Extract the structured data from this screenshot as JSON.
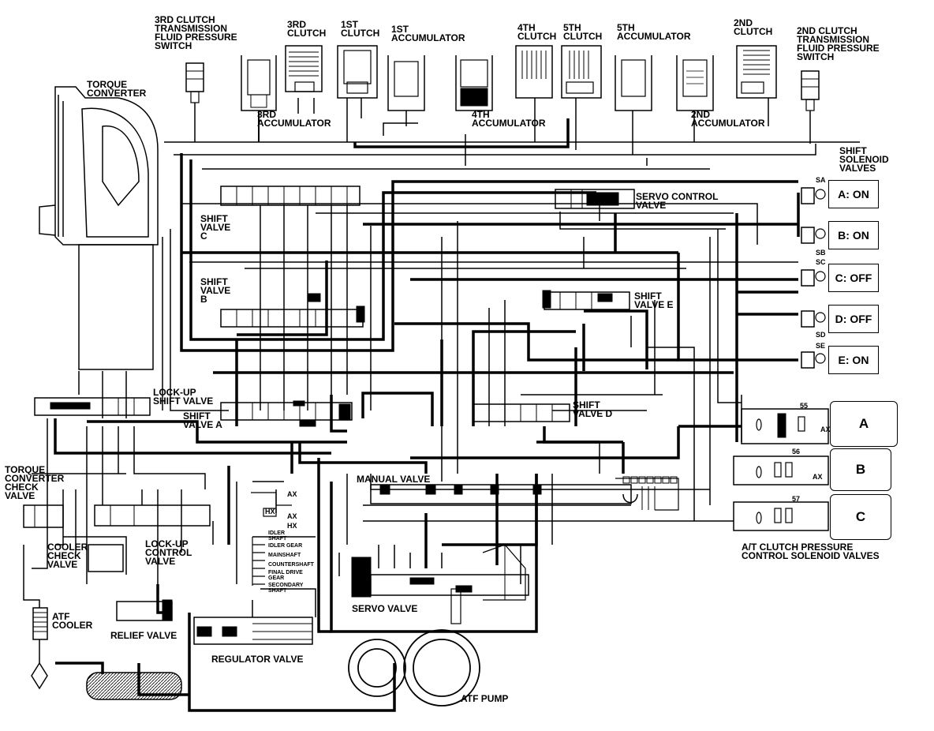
{
  "components": {
    "clutch_3rd_switch": "3RD CLUTCH\nTRANSMISSION\nFLUID PRESSURE\nSWITCH",
    "clutch_3rd": "3RD\nCLUTCH",
    "clutch_1st": "1ST\nCLUTCH",
    "accum_1st": "1ST\nACCUMULATOR",
    "clutch_4th": "4TH\nCLUTCH",
    "clutch_5th": "5TH\nCLUTCH",
    "accum_5th": "5TH\nACCUMULATOR",
    "clutch_2nd": "2ND\nCLUTCH",
    "clutch_2nd_switch": "2ND CLUTCH\nTRANSMISSION\nFLUID PRESSURE\nSWITCH",
    "torque_converter": "TORQUE\nCONVERTER",
    "accum_3rd": "3RD\nACCUMULATOR",
    "accum_4th": "4TH\nACCUMULATOR",
    "accum_2nd": "2ND\nACCUMULATOR",
    "shift_solenoid_valves": "SHIFT\nSOLENOID\nVALVES",
    "servo_control_valve": "SERVO CONTROL\nVALVE",
    "shift_valve_c": "SHIFT\nVALVE\nC",
    "shift_valve_b": "SHIFT\nVALVE\nB",
    "shift_valve_e": "SHIFT\nVALVE E",
    "shift_valve_a": "SHIFT\nVALVE A",
    "shift_valve_d": "SHIFT\nVALVE D",
    "lockup_shift_valve": "LOCK-UP\nSHIFT VALVE",
    "tc_check_valve": "TORQUE\nCONVERTER\nCHECK\nVALVE",
    "cooler_check_valve": "COOLER\nCHECK\nVALVE",
    "lockup_control_valve": "LOCK-UP\nCONTROL\nVALVE",
    "atf_cooler": "ATF\nCOOLER",
    "relief_valve": "RELIEF VALVE",
    "regulator_valve": "REGULATOR VALVE",
    "manual_valve": "MANUAL VALVE",
    "servo_valve": "SERVO VALVE",
    "atf_pump": "ATF PUMP",
    "pcs_valves": "A/T CLUTCH PRESSURE\nCONTROL SOLENOID VALVES"
  },
  "solenoids": [
    {
      "id": "A",
      "tag": "SA",
      "state": "A: ON"
    },
    {
      "id": "B",
      "tag": "SB",
      "state": "B: ON"
    },
    {
      "id": "C",
      "tag": "SC",
      "state": "C: OFF"
    },
    {
      "id": "D",
      "tag": "SD",
      "state": "D: OFF"
    },
    {
      "id": "E",
      "tag": "SE",
      "state": "E: ON"
    }
  ],
  "pressure_control": [
    {
      "id": "A",
      "port": "55"
    },
    {
      "id": "B",
      "port": "56"
    },
    {
      "id": "C",
      "port": "57"
    }
  ],
  "lubrication_labels": [
    "IDLER\nSHAFT",
    "IDLER GEAR",
    "MAINSHAFT",
    "COUNTERSHAFT",
    "FINAL DRIVE\nGEAR",
    "SECONDARY\nSHAFT"
  ],
  "circuit_labels": {
    "ax1": "AX",
    "hx": "HX",
    "ax2": "AX",
    "hx2": "HX"
  },
  "colors": {
    "line": "#000000",
    "background": "#ffffff"
  }
}
